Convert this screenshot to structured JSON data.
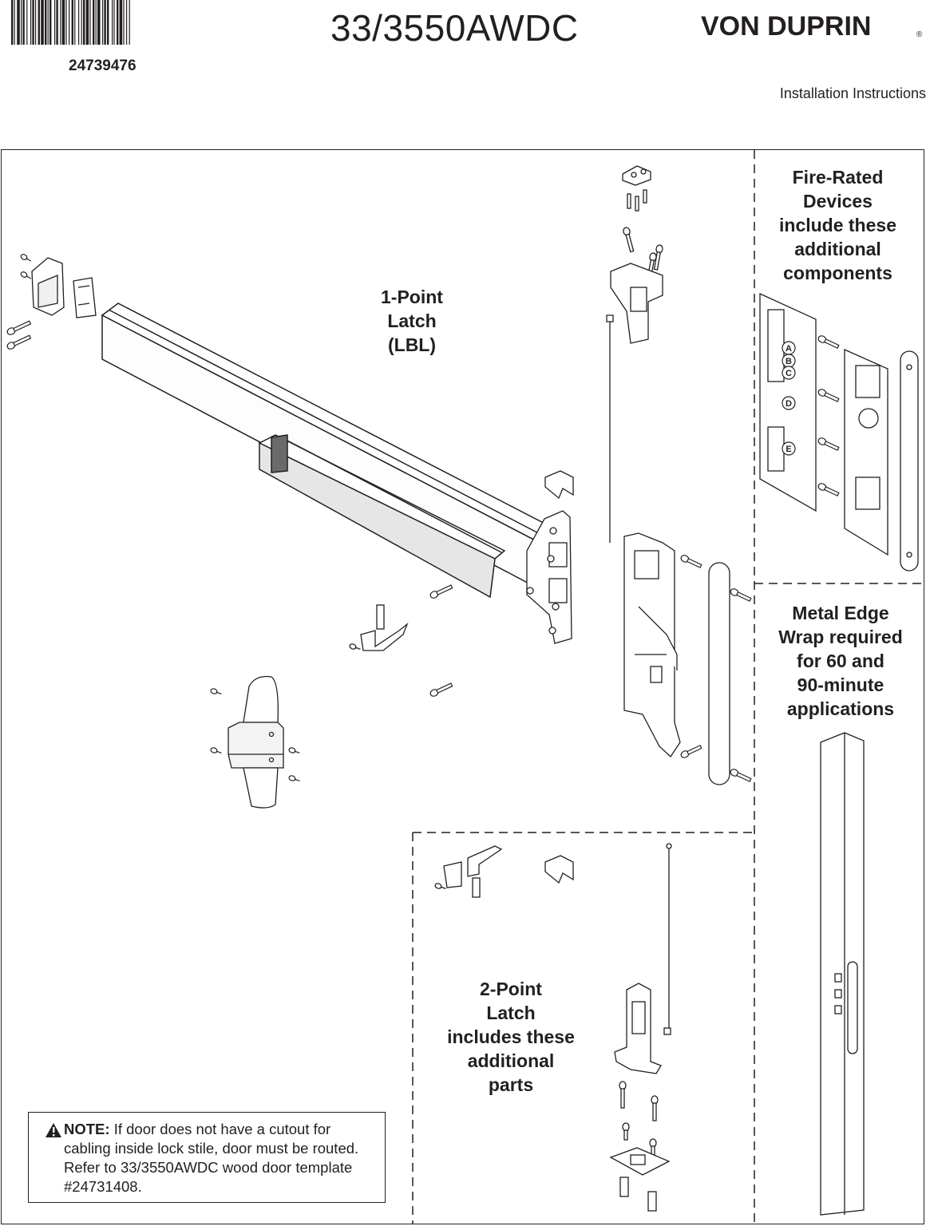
{
  "header": {
    "barcode_number": "24739476",
    "model_number": "33/3550AWDC",
    "brand_name": "VON DUPRIN",
    "brand_mark": "®",
    "document_type": "Installation Instructions"
  },
  "callouts": {
    "one_point_latch": "1-Point\nLatch\n(LBL)",
    "fire_rated": "Fire-Rated\nDevices\ninclude these\nadditional\ncomponents",
    "metal_edge": "Metal Edge\nWrap required\nfor 60 and\n90-minute\napplications",
    "two_point_latch": "2-Point\nLatch\nincludes these\nadditional\nparts"
  },
  "strike_letters": [
    "A",
    "B",
    "C",
    "D",
    "E"
  ],
  "note": {
    "label": "NOTE:",
    "text": " If door does not have a cutout for cabling inside lock stile, door must be routed. Refer to 33/3550AWDC wood door template #24731408."
  },
  "colors": {
    "ink": "#231f20",
    "paper": "#ffffff",
    "shade": "#d9d9d9",
    "dark_shade": "#8c8c8c"
  }
}
